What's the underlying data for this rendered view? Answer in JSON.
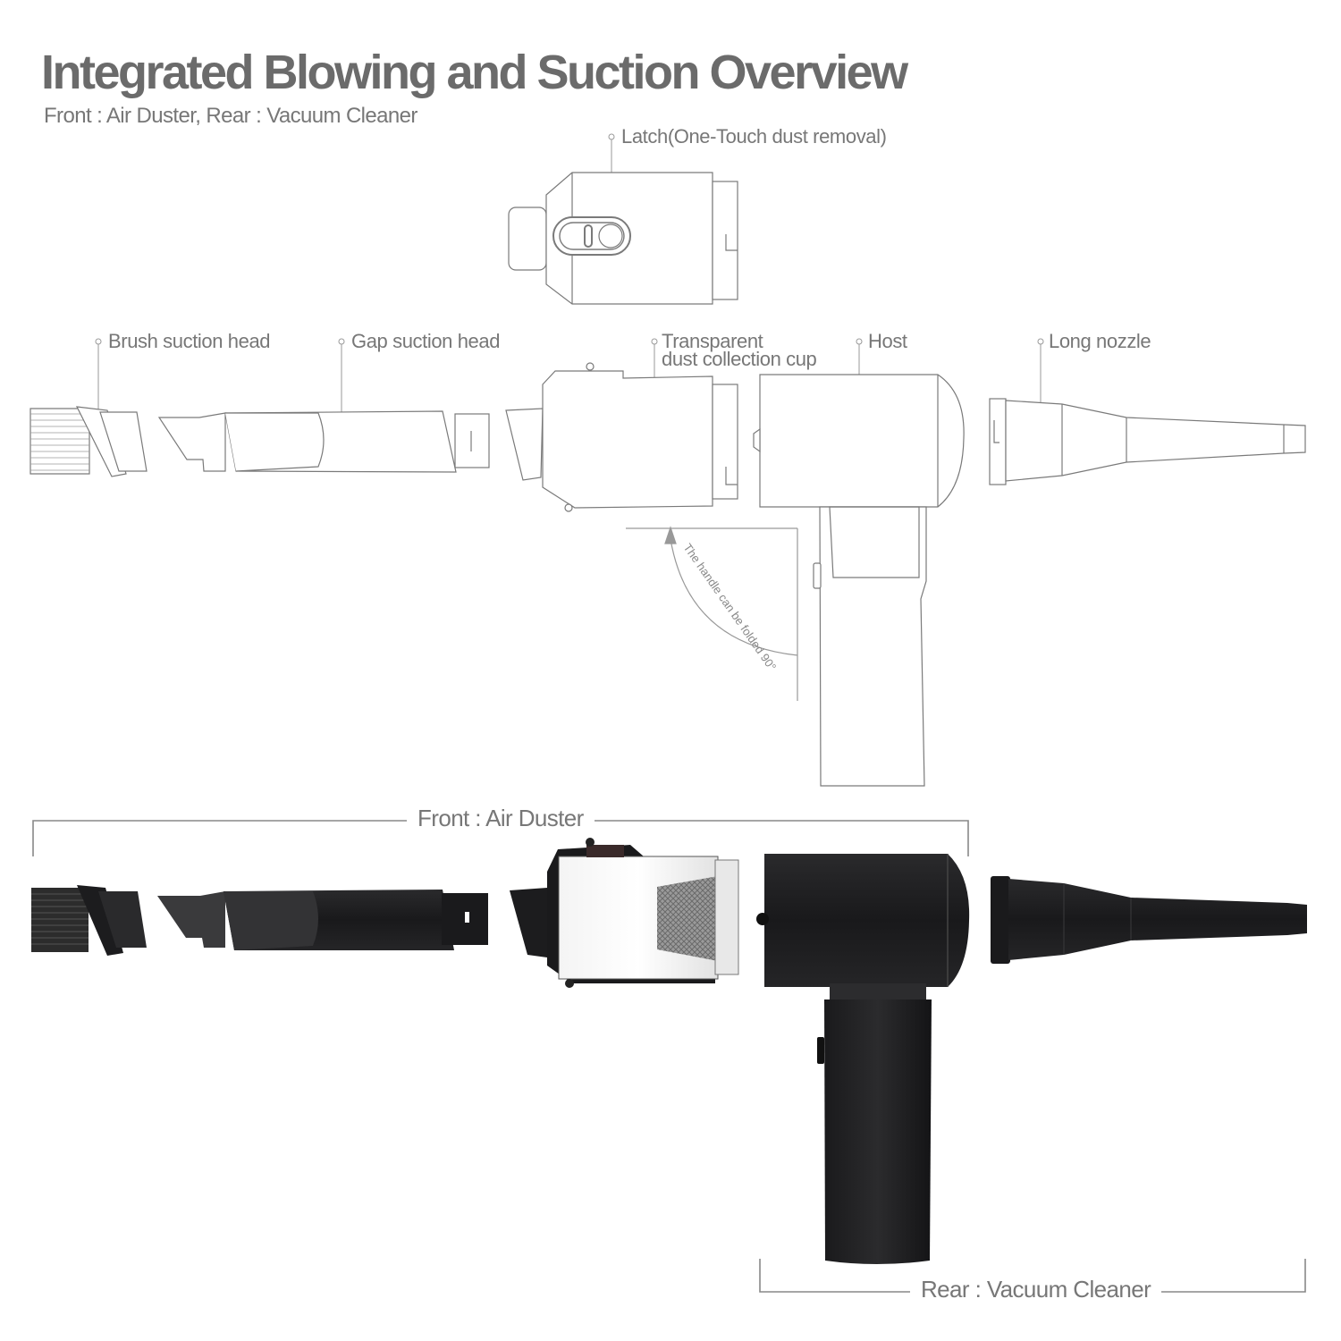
{
  "header": {
    "title": "Integrated Blowing and Suction Overview",
    "subtitle": "Front : Air Duster, Rear : Vacuum Cleaner"
  },
  "labels": {
    "latch": "Latch(One-Touch dust removal)",
    "brush": "Brush suction head",
    "gap": "Gap suction head",
    "cup_line1": "Transparent",
    "cup_line2": "dust collection cup",
    "host": "Host",
    "nozzle": "Long nozzle"
  },
  "fold_note": "The handle can be folded 90°",
  "brackets": {
    "front": "Front : Air Duster",
    "rear": "Rear : Vacuum Cleaner"
  },
  "colors": {
    "outline": "#7a7a7a",
    "product": "#1c1c1e",
    "text": "#777777"
  }
}
